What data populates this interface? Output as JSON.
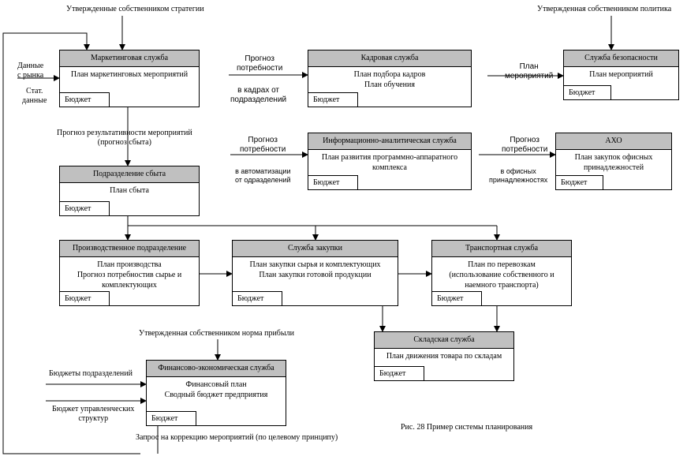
{
  "boxes": {
    "marketing": {
      "title": "Маркетинговая служба",
      "body": [
        "План маркетинговых мероприятий"
      ],
      "budget": "Бюджет"
    },
    "hr": {
      "title": "Кадровая служба",
      "body": [
        "План подбора кадров",
        "План обучения"
      ],
      "budget": "Бюджет"
    },
    "security": {
      "title": "Служба безопасности",
      "body": [
        "План мероприятий"
      ],
      "budget": "Бюджет"
    },
    "it": {
      "title": "Информационно-аналитическая служба",
      "body": [
        "План развития программно-аппаратного",
        "комплекса"
      ],
      "budget": "Бюджет"
    },
    "aho": {
      "title": "АХО",
      "body": [
        "План закупок офисных",
        "принадлежностей"
      ],
      "budget": "Бюджет"
    },
    "sales": {
      "title": "Подразделение сбыта",
      "body": [
        "План сбыта"
      ],
      "budget": "Бюджет"
    },
    "production": {
      "title": "Производственное подразделение",
      "body": [
        "План производства",
        "Прогноз потребностив сырье и",
        "комплектующих"
      ],
      "budget": "Бюджет"
    },
    "purchasing": {
      "title": "Служба закупки",
      "body": [
        "План закупки сырья и комплектующих",
        "План закупки готовой продукции"
      ],
      "budget": "Бюджет"
    },
    "transport": {
      "title": "Транспортная служба",
      "body": [
        "План по перевозкам",
        "(использование собственного и",
        "наемного транспорта)"
      ],
      "budget": "Бюджет"
    },
    "warehouse": {
      "title": "Складская служба",
      "body": [
        "План движения товара по складам"
      ],
      "budget": "Бюджет"
    },
    "finance": {
      "title": "Финансово-экономическая служба",
      "body": [
        "Финансовый план",
        "Сводный бюджет предприятия"
      ],
      "budget": "Бюджет"
    }
  },
  "labels": {
    "strategies": "Утвержденные собственником стратегии",
    "policy": "Утвержденная собственником политика",
    "market_data": [
      "Данные",
      "с рынка"
    ],
    "stat_data": [
      "Стат.",
      "данные"
    ],
    "hr_forecast": [
      "Прогноз",
      "потребности"
    ],
    "hr_need": [
      "в кадрах от",
      "подразделений"
    ],
    "plan_measures": [
      "План",
      "мероприятий"
    ],
    "sales_forecast": [
      "Прогноз результативности мероприятий",
      "(прогноз сбыта)"
    ],
    "it_forecast": [
      "Прогноз",
      "потребности"
    ],
    "it_need": [
      "в автоматизации",
      "от одразделений"
    ],
    "aho_forecast": [
      "Прогноз",
      "потребности"
    ],
    "aho_need": [
      "в офисных",
      "принадлежностях"
    ],
    "profit_norm": "Утвержденная собственником норма прибыли",
    "dept_budgets": "Бюджеты подразделений",
    "mgmt_budget": [
      "Бюджет управленческих",
      "структур"
    ],
    "correction": "Запрос на коррекцию мероприятий (по целевому принципу)",
    "caption": "Рис. 28 Пример системы планирования"
  }
}
